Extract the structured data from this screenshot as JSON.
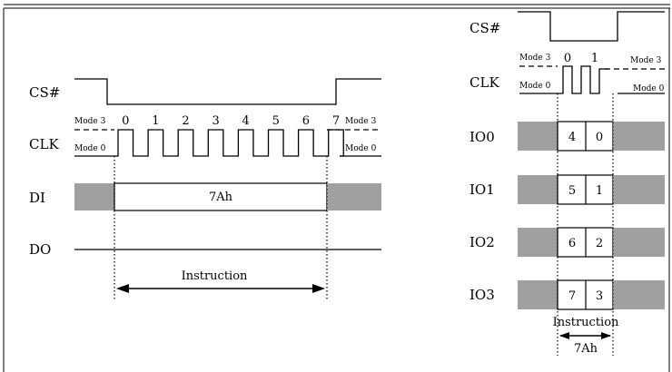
{
  "left_diagram": {
    "signals": {
      "cs": "CS#",
      "clk": "CLK",
      "di": "DI",
      "do": "DO"
    },
    "mode_labels": {
      "left_high": "Mode 3",
      "left_low": "Mode 0",
      "right_high": "Mode 3",
      "right_low": "Mode 0"
    },
    "clock_numbers": [
      "0",
      "1",
      "2",
      "3",
      "4",
      "5",
      "6",
      "7"
    ],
    "di_value": "7Ah",
    "span_label": "Instruction"
  },
  "right_diagram": {
    "signals": {
      "cs": "CS#",
      "clk": "CLK",
      "io0": "IO0",
      "io1": "IO1",
      "io2": "IO2",
      "io3": "IO3"
    },
    "mode_labels": {
      "left_high": "Mode 3",
      "left_low": "Mode 0",
      "right_high": "Mode 3",
      "right_low": "Mode 0"
    },
    "clock_numbers": [
      "0",
      "1"
    ],
    "io_bits": [
      [
        "4",
        "0"
      ],
      [
        "5",
        "1"
      ],
      [
        "6",
        "2"
      ],
      [
        "7",
        "3"
      ]
    ],
    "span_label": "Instruction",
    "span_value": "7Ah"
  },
  "colors": {
    "line": "#000000",
    "dont_care_fill": "#a0a0a0",
    "background": "#ffffff"
  }
}
